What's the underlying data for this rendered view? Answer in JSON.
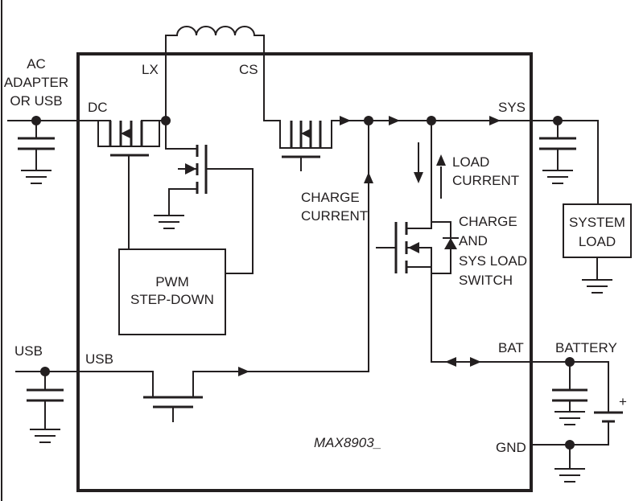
{
  "labels": {
    "ac_adapter_line1": "AC",
    "ac_adapter_line2": "ADAPTER",
    "ac_adapter_line3": "OR USB",
    "usb_input": "USB",
    "pin_dc": "DC",
    "pin_lx": "LX",
    "pin_cs": "CS",
    "pin_sys": "SYS",
    "pin_usb": "USB",
    "pin_bat": "BAT",
    "pin_gnd": "GND",
    "charge_current_line1": "CHARGE",
    "charge_current_line2": "CURRENT",
    "load_current_line1": "LOAD",
    "load_current_line2": "CURRENT",
    "switch_line1": "CHARGE",
    "switch_line2": "AND",
    "switch_line3": "SYS LOAD",
    "switch_line4": "SWITCH",
    "pwm_line1": "PWM",
    "pwm_line2": "STEP-DOWN",
    "system_load_line1": "SYSTEM",
    "system_load_line2": "LOAD",
    "battery": "BATTERY",
    "battery_plus": "+",
    "part_number": "MAX8903_"
  },
  "colors": {
    "ink": "#231f20",
    "background": "#ffffff"
  }
}
